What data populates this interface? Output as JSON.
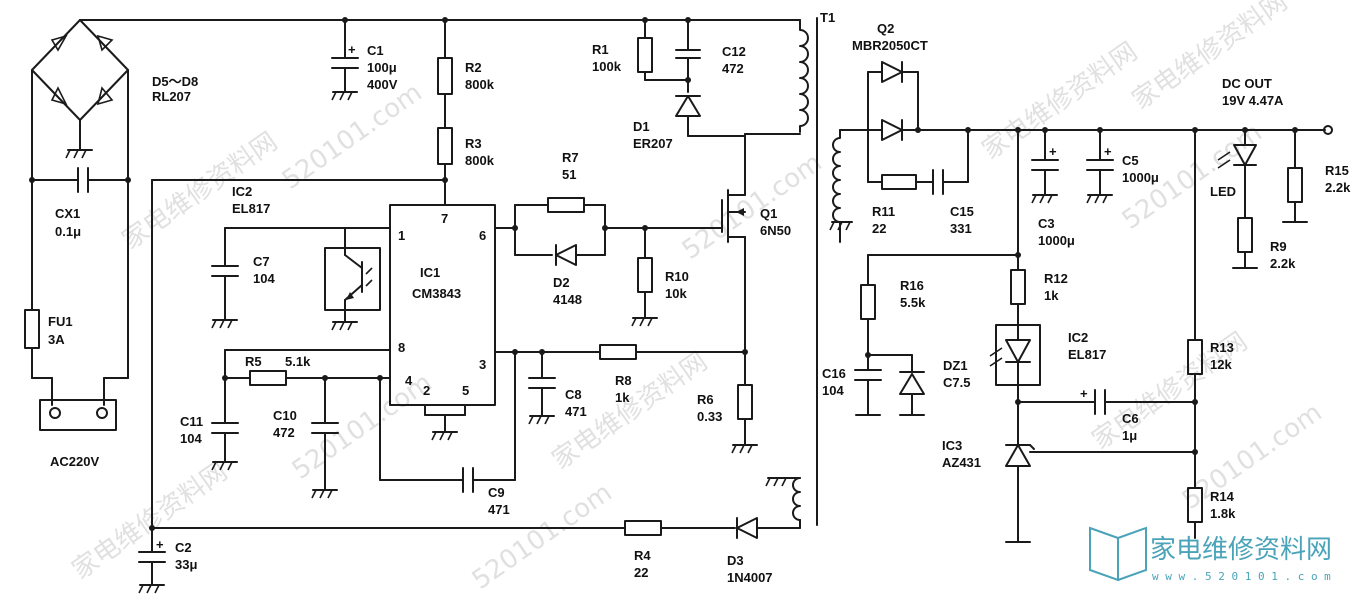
{
  "labels": {
    "d5_d8": "D5～D8",
    "rl207": "RL207",
    "c1": "C1",
    "c1_val": "100μ",
    "c1_volt": "400V",
    "r2": "R2",
    "r2_val": "800k",
    "r3": "R3",
    "r3_val": "800k",
    "r1": "R1",
    "r1_val": "100k",
    "c12": "C12",
    "c12_val": "472",
    "d1": "D1",
    "d1_val": "ER207",
    "t1": "T1",
    "q2": "Q2",
    "q2_val": "MBR2050CT",
    "cx1": "CX1",
    "cx1_val": "0.1μ",
    "fu1": "FU1",
    "fu1_val": "3A",
    "ac": "AC220V",
    "ic2a": "IC2",
    "ic2a_val": "EL817",
    "c7": "C7",
    "c7_val": "104",
    "ic1": "IC1",
    "ic1_val": "CM3843",
    "p1": "1",
    "p2": "2",
    "p3": "3",
    "p4": "4",
    "p5": "5",
    "p6": "6",
    "p7": "7",
    "p8": "8",
    "r7": "R7",
    "r7_val": "51",
    "d2": "D2",
    "d2_val": "4148",
    "r10": "R10",
    "r10_val": "10k",
    "q1": "Q1",
    "q1_val": "6N50",
    "r5": "R5",
    "r5_val": "5.1k",
    "c11": "C11",
    "c11_val": "104",
    "c10": "C10",
    "c10_val": "472",
    "c8": "C8",
    "c8_val": "471",
    "r8": "R8",
    "r8_val": "1k",
    "r6": "R6",
    "r6_val": "0.33",
    "c9": "C9",
    "c9_val": "471",
    "c2": "C2",
    "c2_val": "33μ",
    "r4": "R4",
    "r4_val": "22",
    "d3": "D3",
    "d3_val": "1N4007",
    "r11": "R11",
    "r11_val": "22",
    "c15": "C15",
    "c15_val": "331",
    "c3": "C3",
    "c3_val": "1000μ",
    "c5": "C5",
    "c5_val": "1000μ",
    "dc_out": "DC OUT",
    "dc_out_val": "19V 4.47A",
    "led": "LED",
    "r15": "R15",
    "r15_val": "2.2k",
    "r9": "R9",
    "r9_val": "2.2k",
    "r16": "R16",
    "r16_val": "5.5k",
    "r12": "R12",
    "r12_val": "1k",
    "ic2b": "IC2",
    "ic2b_val": "EL817",
    "c16": "C16",
    "c16_val": "104",
    "dz1": "DZ1",
    "dz1_val": "C7.5",
    "r13": "R13",
    "r13_val": "12k",
    "c6": "C6",
    "c6_val": "1μ",
    "ic3": "IC3",
    "ic3_val": "AZ431",
    "r14": "R14",
    "r14_val": "1.8k"
  },
  "watermark": {
    "text_cn": "家电维修资料网",
    "text_site": "520101.com"
  },
  "logo": {
    "text": "家电维修资料网",
    "url": "w w w . 5 2 0 1 0 1 . c o m"
  }
}
